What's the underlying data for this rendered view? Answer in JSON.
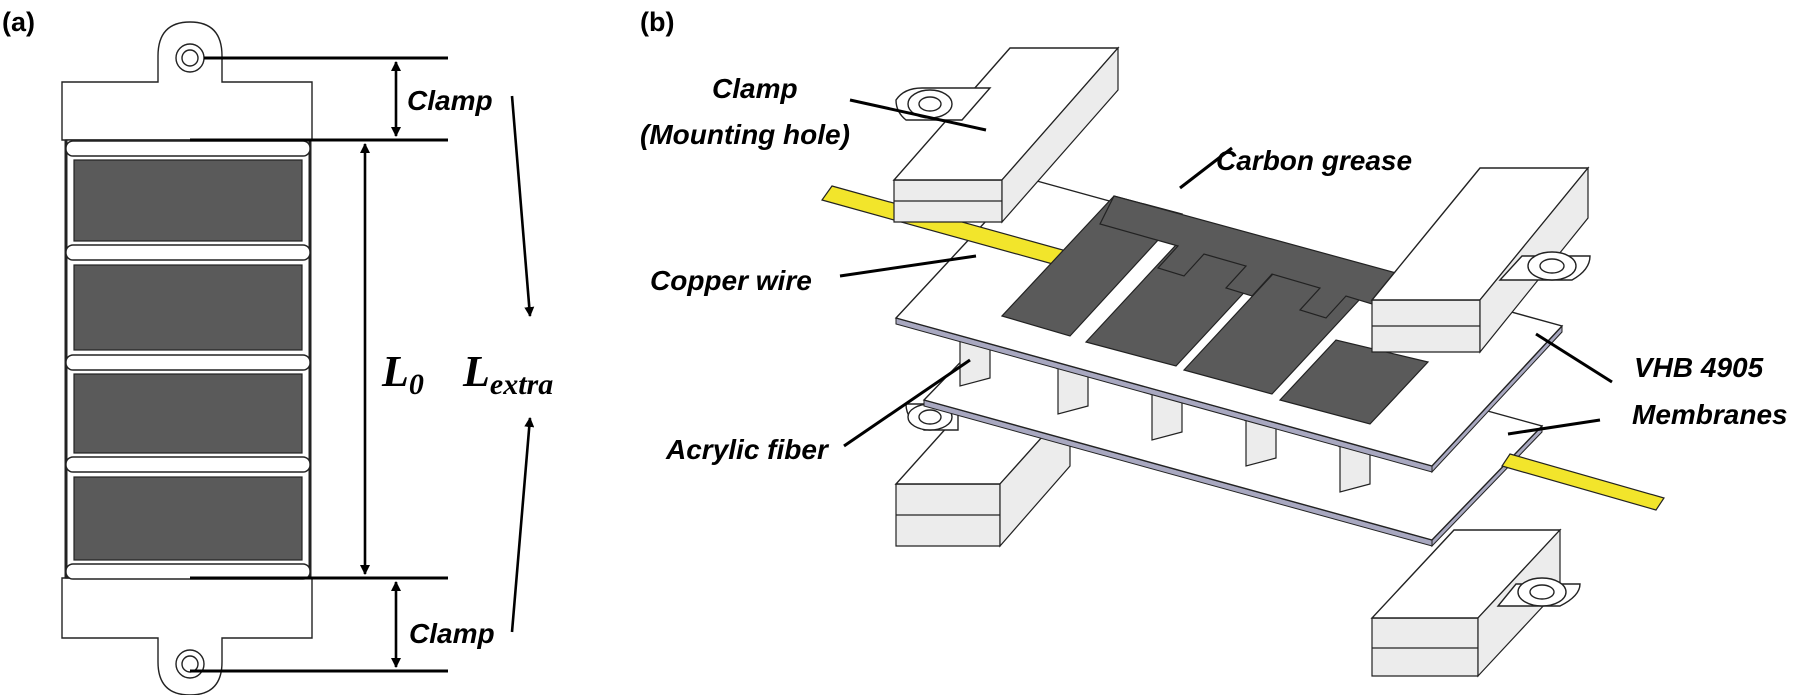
{
  "panel_a": {
    "label": "(a)",
    "clamp_top": "Clamp",
    "clamp_bottom": "Clamp",
    "l0": {
      "main": "L",
      "sub": "0"
    },
    "lextra": {
      "main": "L",
      "sub": "extra"
    }
  },
  "panel_b": {
    "label": "(b)",
    "clamp_line1": "Clamp",
    "clamp_line2": "(Mounting hole)",
    "carbon_grease": "Carbon grease",
    "copper_wire": "Copper  wire",
    "acrylic_fiber": "Acrylic fiber",
    "vhb_line1": "VHB 4905",
    "vhb_line2": "Membranes"
  },
  "colors": {
    "electrode": "#5a5a5a",
    "wire": "#f2e52b",
    "outline": "#222222",
    "membrane_edge": "#a8a8c0"
  }
}
